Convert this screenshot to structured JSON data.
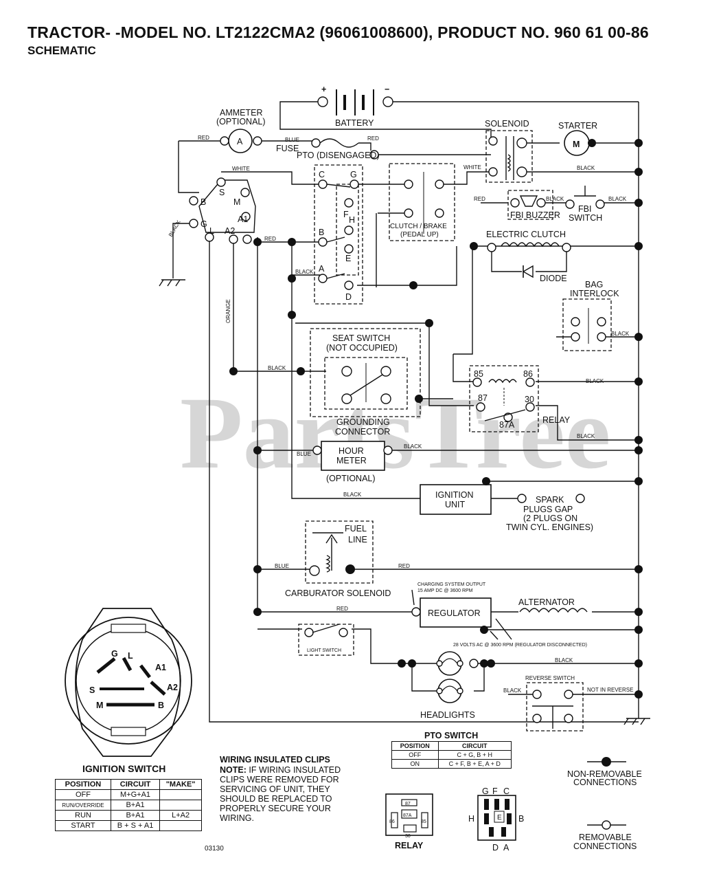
{
  "title": "TRACTOR- -MODEL NO. LT2122CMA2 (96061008600), PRODUCT NO. 960 61 00-86",
  "subtitle": "SCHEMATIC",
  "watermark": "PartsTree",
  "components": {
    "battery": "BATTERY",
    "battery_plus": "+",
    "battery_minus": "−",
    "ammeter": "AMMETER",
    "ammeter_optional": "(OPTIONAL)",
    "ammeter_symbol": "A",
    "fuse": "FUSE",
    "pto": "PTO (DISENGAGED)",
    "solenoid": "SOLENOID",
    "starter": "STARTER",
    "starter_symbol": "M",
    "clutch_brake": "CLUTCH / BRAKE",
    "clutch_brake_sub": "(PEDAL UP)",
    "fbi_buzzer": "FBI BUZZER",
    "fbi_switch_1": "FBI",
    "fbi_switch_2": "SWITCH",
    "electric_clutch": "ELECTRIC CLUTCH",
    "diode": "DIODE",
    "bag_interlock_1": "BAG",
    "bag_interlock_2": "INTERLOCK",
    "seat_switch_1": "SEAT SWITCH",
    "seat_switch_2": "(NOT OCCUPIED)",
    "grounding_1": "GROUNDING",
    "grounding_2": "CONNECTOR",
    "relay": "RELAY",
    "relay_85": "85",
    "relay_86": "86",
    "relay_87": "87",
    "relay_30": "30",
    "relay_87a": "87A",
    "hour_meter_1": "HOUR",
    "hour_meter_2": "METER",
    "hour_meter_optional": "(OPTIONAL)",
    "ignition_unit_1": "IGNITION",
    "ignition_unit_2": "UNIT",
    "spark_1": "SPARK",
    "spark_2": "PLUGS GAP",
    "spark_3": "(2 PLUGS ON",
    "spark_4": "TWIN CYL. ENGINES)",
    "fuel_line_1": "FUEL",
    "fuel_line_2": "LINE",
    "carb_solenoid": "CARBURATOR SOLENOID",
    "charging_1": "CHARGING SYSTEM OUTPUT",
    "charging_2": "15 AMP DC @ 3600 RPM",
    "regulator": "REGULATOR",
    "alternator": "ALTERNATOR",
    "volts_note": "28 VOLTS AC @ 3600 RPM (REGULATOR DISCONNECTED)",
    "light_switch": "LIGHT SWITCH",
    "headlights": "HEADLIGHTS",
    "reverse_switch": "REVERSE SWITCH",
    "not_in_reverse": "NOT IN REVERSE"
  },
  "wire_colors": {
    "red": "RED",
    "blue": "BLUE",
    "white": "WHITE",
    "black": "BLACK",
    "orange": "ORANGE"
  },
  "ign_terminals": {
    "s": "S",
    "m": "M",
    "b": "B",
    "g": "G",
    "l": "L",
    "a1": "A1",
    "a2": "A2"
  },
  "pto_terminals": {
    "c": "C",
    "g": "G",
    "f": "F",
    "h": "H",
    "b": "B",
    "e": "E",
    "a": "A",
    "d": "D"
  },
  "ignition_switch": {
    "title": "IGNITION SWITCH",
    "headers": [
      "POSITION",
      "CIRCUIT",
      "\"MAKE\""
    ],
    "rows": [
      [
        "OFF",
        "M+G+A1",
        ""
      ],
      [
        "RUN/OVERRIDE",
        "B+A1",
        ""
      ],
      [
        "RUN",
        "B+A1",
        "L+A2"
      ],
      [
        "START",
        "B + S + A1",
        ""
      ]
    ],
    "face_labels": {
      "g": "G",
      "l": "L",
      "a1": "A1",
      "s": "S",
      "a2": "A2",
      "m": "M",
      "b": "B"
    }
  },
  "pto_switch": {
    "title": "PTO SWITCH",
    "headers": [
      "POSITION",
      "CIRCUIT"
    ],
    "rows": [
      [
        "OFF",
        "C + G, B + H"
      ],
      [
        "ON",
        "C + F, B + E, A + D"
      ]
    ]
  },
  "notes": {
    "clips_title": "WIRING INSULATED CLIPS",
    "clips_lead": "NOTE:",
    "clips_text": "IF WIRING INSULATED CLIPS WERE REMOVED FOR SERVICING OF UNIT, THEY SHOULD BE REPLACED TO PROPERLY SECURE YOUR WIRING."
  },
  "legend": {
    "non_removable_1": "NON-REMOVABLE",
    "non_removable_2": "CONNECTIONS",
    "removable_1": "REMOVABLE",
    "removable_2": "CONNECTIONS"
  },
  "relay_pinout": {
    "label": "RELAY",
    "p87": "87",
    "p87a": "87A",
    "p86": "86",
    "p85": "85",
    "p30": "30"
  },
  "pto_pinout": {
    "g": "G",
    "f": "F",
    "c": "C",
    "h": "H",
    "e": "E",
    "b": "B",
    "d": "D",
    "a": "A"
  },
  "drawing_number": "03130"
}
